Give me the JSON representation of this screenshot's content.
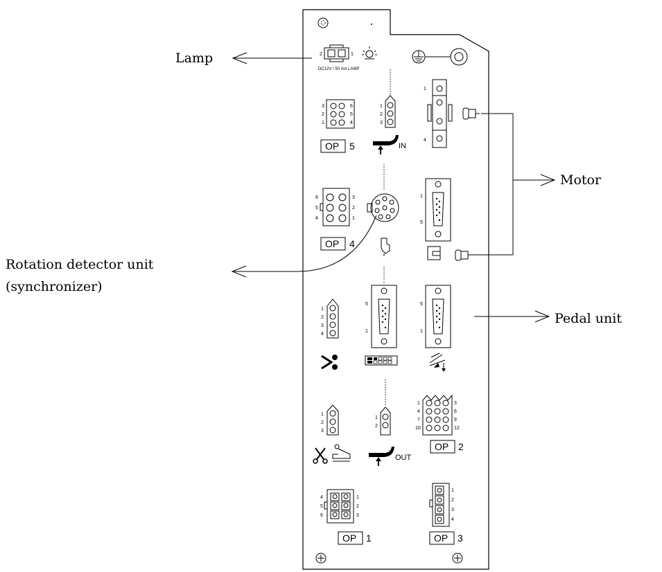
{
  "callouts": {
    "lamp": "Lamp",
    "motor": "Motor",
    "rotation_line1": "Rotation detector unit",
    "rotation_line2": "(synchronizer)",
    "pedal": "Pedal unit"
  },
  "lamp_connector": {
    "caption": "DC12V / 50 mA  LAMP",
    "pin_left": "2",
    "pin_right": "1"
  },
  "op_labels": {
    "box": "OP",
    "op1": "1",
    "op2": "2",
    "op3": "3",
    "op4": "4",
    "op5": "5"
  },
  "suffixes": {
    "in": "IN",
    "out": "OUT"
  },
  "pins": {
    "op5": [
      "3",
      "2",
      "1",
      "6",
      "5",
      "4"
    ],
    "in_conn": [
      "1",
      "2",
      "3"
    ],
    "motor_top": [
      "1",
      "4"
    ],
    "op4": [
      "6",
      "5",
      "4",
      "3",
      "2",
      "1"
    ],
    "motor_dsub": [
      "1",
      "5"
    ],
    "center_dsub": [
      "5",
      "1"
    ],
    "pedal_dsub": [
      "5",
      "1"
    ],
    "cutter_conn": [
      "1",
      "2",
      "3",
      "4"
    ],
    "wiper_conn": [
      "1",
      "2",
      "3"
    ],
    "out_conn": [
      "1",
      "2"
    ],
    "op2": [
      "1",
      "4",
      "7",
      "10",
      "3",
      "6",
      "9",
      "12"
    ],
    "op1": [
      "4",
      "5",
      "6",
      "1",
      "2",
      "3"
    ],
    "op3": [
      "1",
      "2",
      "3",
      "4"
    ]
  }
}
